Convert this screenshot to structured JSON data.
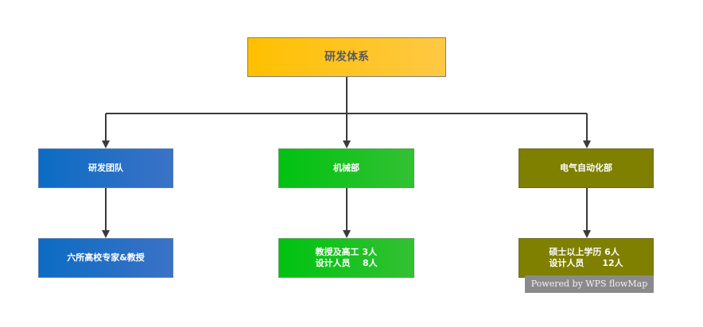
{
  "root": {
    "label": "研发体系"
  },
  "departments": [
    {
      "label": "研发团队",
      "detail_lines": [
        "六所高校专家&教授"
      ]
    },
    {
      "label": "机械部",
      "detail_lines": [
        "教授及高工 3人",
        "设计人员    8人"
      ]
    },
    {
      "label": "电气自动化部",
      "detail_lines": [
        "硕士以上学历 6人",
        "设计人员      12人"
      ]
    }
  ],
  "watermark": "Powered by WPS flowMap",
  "colors": {
    "root_fill": "#ffc000",
    "team_fill": "#0b6cc4",
    "mech_fill": "#00c210",
    "elec_fill": "#7f7f00",
    "connector": "#3a3a3a"
  }
}
